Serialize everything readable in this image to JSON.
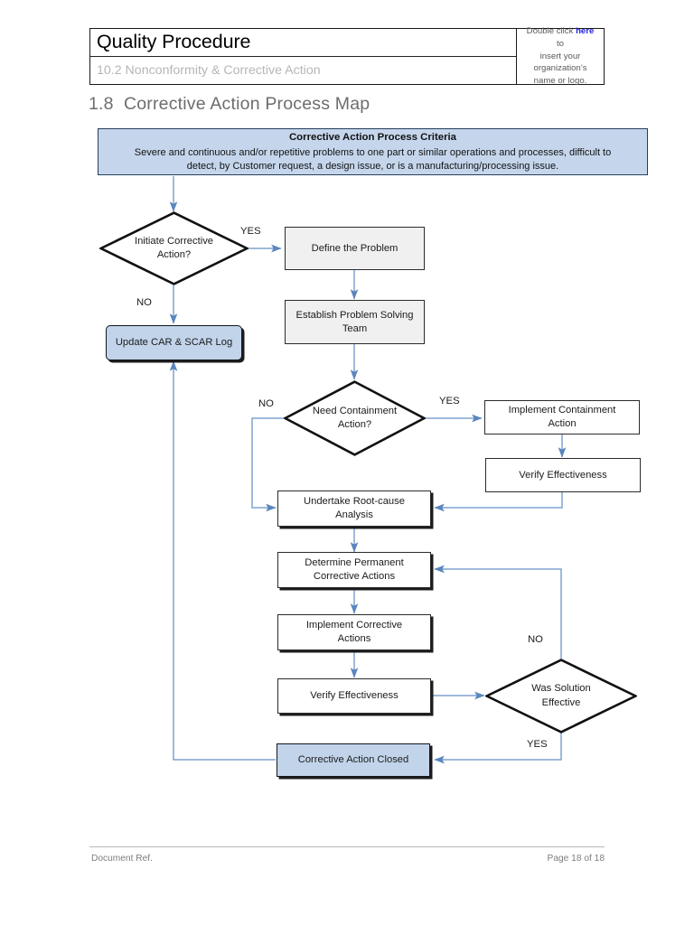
{
  "header": {
    "title": "Quality Procedure",
    "subtitle": "10.2 Nonconformity & Corrective Action",
    "logo_placeholder": {
      "line1_pre": "Double click ",
      "line1_link": "here",
      "line1_post": " to",
      "line2": "insert your organization’s",
      "line3": "name or logo."
    }
  },
  "section": {
    "heading": "1.8  Corrective Action Process Map"
  },
  "criteria": {
    "title": "Corrective Action Process Criteria",
    "line1": "Severe and continuous and/or repetitive problems to one part or similar operations and processes, difficult to",
    "line2": "detect, by Customer request, a design issue, or is a manufacturing/processing issue."
  },
  "flow": {
    "nodes": [
      {
        "id": "initiate-corrective-action",
        "type": "decision",
        "label": "Initiate Corrective\nAction?"
      },
      {
        "id": "define-the-problem",
        "type": "process",
        "label": "Define the Problem",
        "fill": "gray"
      },
      {
        "id": "establish-problem-solving-team",
        "type": "process",
        "label": "Establish Problem Solving\nTeam",
        "fill": "gray"
      },
      {
        "id": "update-car-scar-log",
        "type": "process",
        "label": "Update CAR & SCAR Log",
        "fill": "blue"
      },
      {
        "id": "need-containment-action",
        "type": "decision",
        "label": "Need Containment\nAction?"
      },
      {
        "id": "implement-containment-action",
        "type": "process",
        "label": "Implement Containment\nAction",
        "fill": "white"
      },
      {
        "id": "verify-effectiveness-containment",
        "type": "process",
        "label": "Verify Effectiveness",
        "fill": "white"
      },
      {
        "id": "undertake-root-cause-analysis",
        "type": "process",
        "label": "Undertake Root-cause\nAnalysis",
        "fill": "white"
      },
      {
        "id": "determine-permanent-corrective-actions",
        "type": "process",
        "label": "Determine Permanent\nCorrective Actions",
        "fill": "white"
      },
      {
        "id": "implement-corrective-actions",
        "type": "process",
        "label": "Implement Corrective\nActions",
        "fill": "white"
      },
      {
        "id": "verify-effectiveness-final",
        "type": "process",
        "label": "Verify Effectiveness",
        "fill": "white"
      },
      {
        "id": "was-solution-effective",
        "type": "decision",
        "label": "Was Solution\nEffective"
      },
      {
        "id": "corrective-action-closed",
        "type": "process",
        "label": "Corrective Action Closed",
        "fill": "blue"
      }
    ],
    "edge_labels": {
      "initiate_yes": "YES",
      "initiate_no": "NO",
      "containment_yes": "YES",
      "containment_no": "NO",
      "solution_no": "NO",
      "solution_yes": "YES"
    },
    "node_labels": {
      "initiate_l1": "Initiate Corrective",
      "initiate_l2": "Action?",
      "define_problem": "Define the Problem",
      "establish_l1": "Establish Problem Solving",
      "establish_l2": "Team",
      "update_log": "Update CAR & SCAR Log",
      "containment_l1": "Need Containment",
      "containment_l2": "Action?",
      "impl_containment_l1": "Implement Containment",
      "impl_containment_l2": "Action",
      "verify_containment": "Verify Effectiveness",
      "rootcause_l1": "Undertake Root-cause",
      "rootcause_l2": "Analysis",
      "determine_l1": "Determine Permanent",
      "determine_l2": "Corrective Actions",
      "implement_l1": "Implement Corrective",
      "implement_l2": "Actions",
      "verify_final": "Verify Effectiveness",
      "solution_l1": "Was Solution",
      "solution_l2": "Effective",
      "closed": "Corrective Action Closed"
    }
  },
  "footer": {
    "left": "Document Ref.",
    "right": "Page 18 of 18"
  },
  "colors": {
    "criteria_fill": "#c5d6ec",
    "criteria_border": "#25405e",
    "blue_node_fill": "#c2d4ea",
    "gray_node_fill": "#f0f0f0",
    "connector": "#6f97c8",
    "node_border": "#2b2b2b",
    "link_text": "#2222dd",
    "muted_text": "#b6b6b6",
    "heading_text": "#6d6d6d"
  }
}
